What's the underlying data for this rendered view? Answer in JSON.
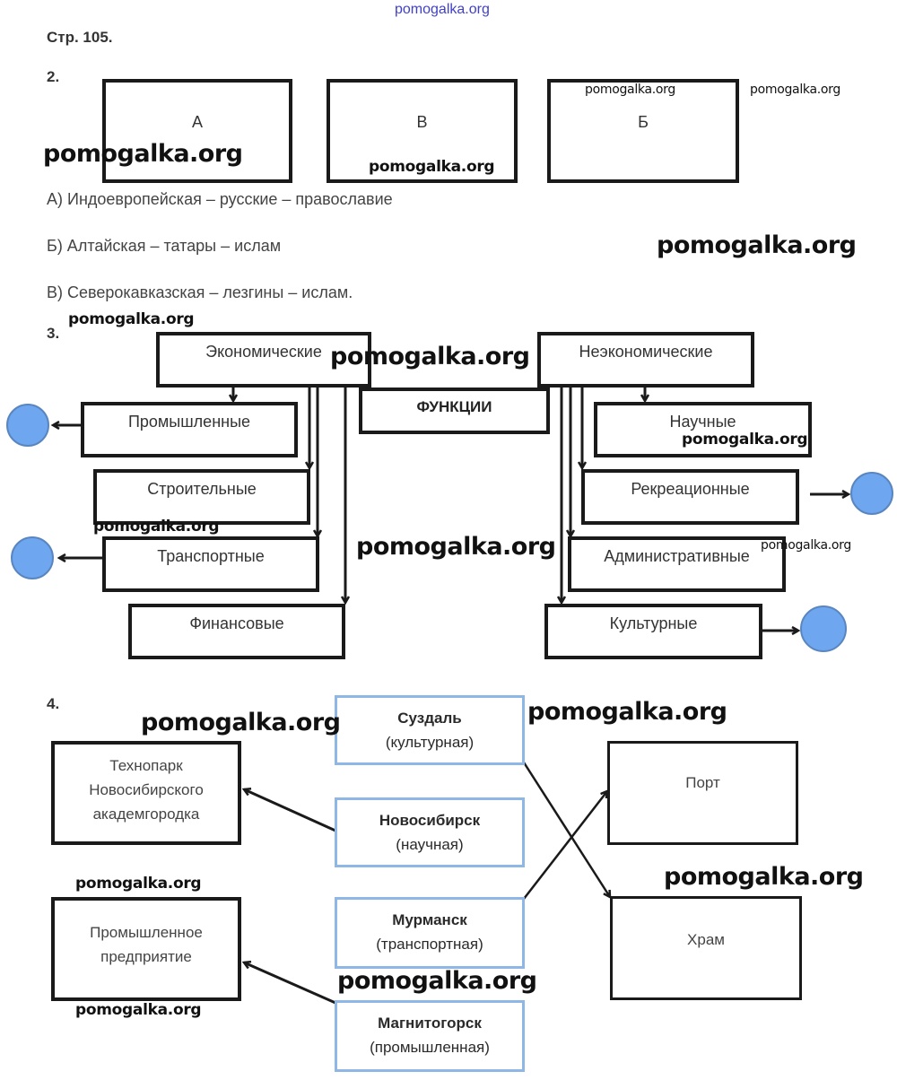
{
  "watermark": "pomogalka.org",
  "page_header": "Стр. 105.",
  "task2": {
    "number": "2.",
    "boxes": [
      {
        "label": "А"
      },
      {
        "label": "В"
      },
      {
        "label": "Б"
      }
    ],
    "answers": [
      "А) Индоевропейская – русские – православие",
      "Б) Алтайская – татары – ислам",
      "В) Северокавказская – лезгины – ислам."
    ]
  },
  "task3": {
    "number": "3.",
    "center": "ФУНКЦИИ",
    "economic": {
      "title": "Экономические",
      "items": [
        "Промышленные",
        "Строительные",
        "Транспортные",
        "Финансовые"
      ]
    },
    "non_economic": {
      "title": "Неэкономические",
      "items": [
        "Научные",
        "Рекреационные",
        "Административные",
        "Культурные"
      ]
    },
    "circle_color": "#6ea6f0"
  },
  "task4": {
    "number": "4.",
    "cities": [
      {
        "name": "Суздаль",
        "function": "(культурная)"
      },
      {
        "name": "Новосибирск",
        "function": "(научная)"
      },
      {
        "name": "Мурманск",
        "function": "(транспортная)"
      },
      {
        "name": "Магнитогорск",
        "function": "(промышленная)"
      }
    ],
    "left_targets": [
      {
        "lines": [
          "Технопарк",
          "Новосибирского",
          "академгородка"
        ]
      },
      {
        "lines": [
          "Промышленное",
          "предприятие"
        ]
      }
    ],
    "right_targets": [
      {
        "label": "Порт"
      },
      {
        "label": "Храм"
      }
    ],
    "city_border_color": "#8fb7e6"
  }
}
